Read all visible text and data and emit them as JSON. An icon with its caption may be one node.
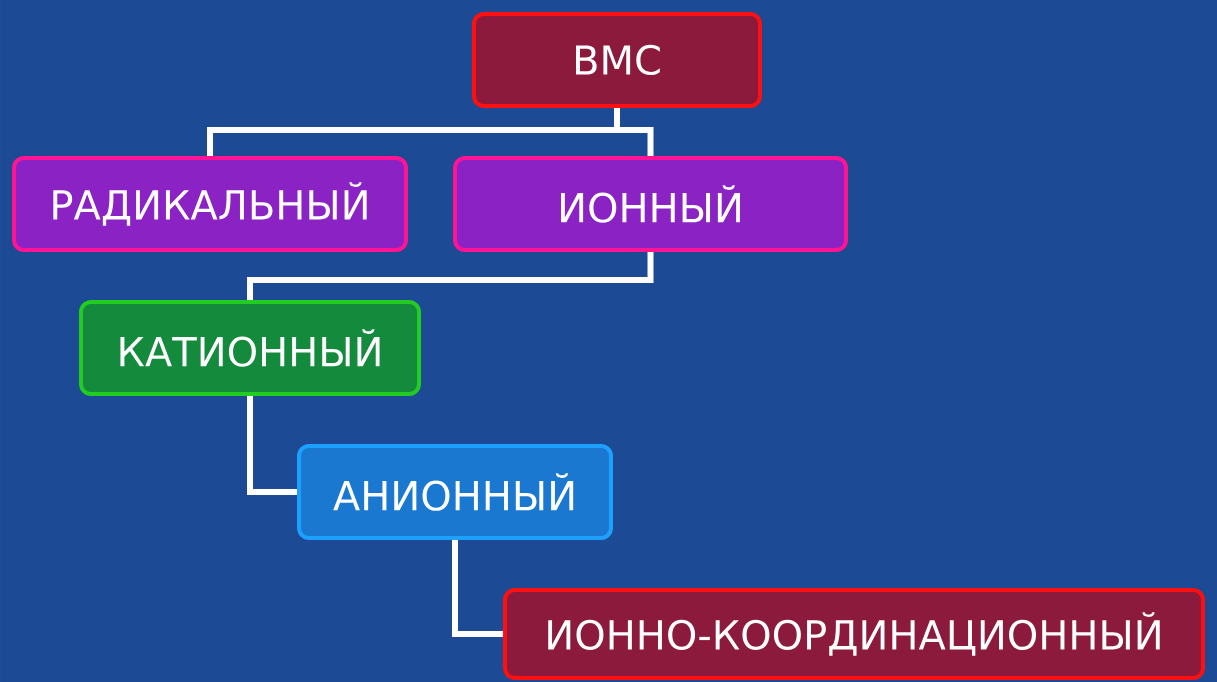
{
  "diagram": {
    "nodes": [
      {
        "text": [
          "ВМС"
        ]
      },
      {
        "text": [
          "РАДИКАЛЬНЫЙ"
        ]
      },
      {
        "text": [
          "ИОННЫЙ"
        ]
      },
      {
        "text": [
          "КАТИОННЫЙ"
        ]
      },
      {
        "text": [
          "АНИОННЫЙ"
        ]
      },
      {
        "text": [
          "ИОННО-КООРДИНАЦИОННЫЙ"
        ]
      }
    ],
    "edges": [
      {
        "from": 0,
        "to": 1,
        "arrow": "none"
      },
      {
        "from": 0,
        "to": 2,
        "arrow": "none"
      },
      {
        "from": 2,
        "to": 3,
        "arrow": "none"
      },
      {
        "from": 3,
        "to": 4,
        "arrow": "none"
      },
      {
        "from": 4,
        "to": 5,
        "arrow": "none"
      }
    ]
  }
}
